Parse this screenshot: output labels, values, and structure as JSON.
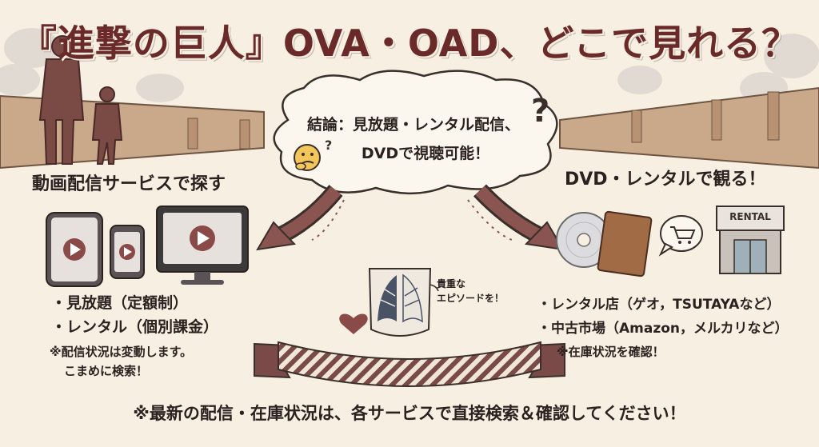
{
  "title": "『進撃の巨人』OVA・OAD、どこで見れる？",
  "bubble": {
    "line1": "結論：見放題・レンタル配信、",
    "line2": "DVDで視聴可能！",
    "question_mark": "?"
  },
  "left": {
    "heading": "動画配信サービスで探す",
    "items": [
      "・見放題（定額制）",
      "・レンタル（個別課金）"
    ],
    "note_line1": "※配信状況は変動します。",
    "note_line2": "こまめに検索！"
  },
  "right": {
    "heading": "DVD・レンタルで観る！",
    "rental_sign": "RENTAL",
    "items": [
      "・レンタル店（ゲオ，TSUTAYAなど）",
      "・中古市場（Amazon，メルカリなど）"
    ],
    "note": "※在庫状況を確認！"
  },
  "center": {
    "emblem_note_line1": "貴重な",
    "emblem_note_line2": "エピソードを！"
  },
  "footer": "※最新の配信・在庫状況は、各サービスで直接検索＆確認してください！",
  "colors": {
    "background": "#f6efe2",
    "accent": "#6b2a2a",
    "arrow": "#7a4a48",
    "wall": "#c9a98a",
    "screen": "#3d3a3c"
  }
}
